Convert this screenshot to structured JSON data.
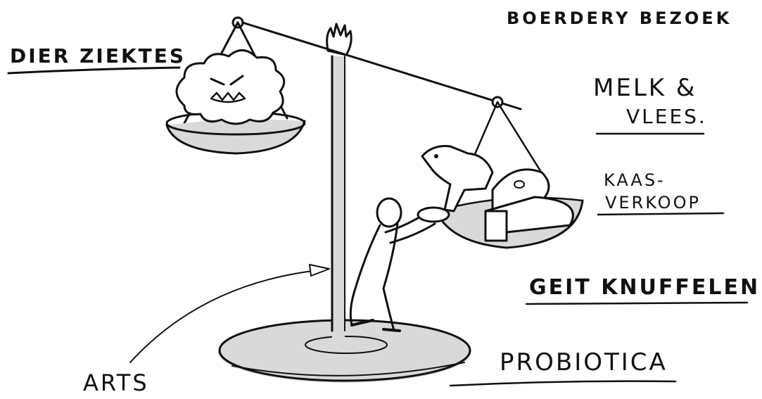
{
  "labels": {
    "dier_ziektes": "DIER ZIEKTES",
    "boerdery_bezoek": "BOERDERY BEZOEK",
    "melk_line1": "MELK &",
    "melk_line2": "VLEES.",
    "kaas_line1": "KAAS-",
    "kaas_line2": "VERKOOP",
    "geit": "GEIT KNUFFELEN",
    "probiotica": "PROBIOTICA",
    "arts": "ARTS"
  },
  "colors": {
    "ink": "#111111",
    "shade": "#d9d9d9",
    "paper": "#ffffff"
  }
}
